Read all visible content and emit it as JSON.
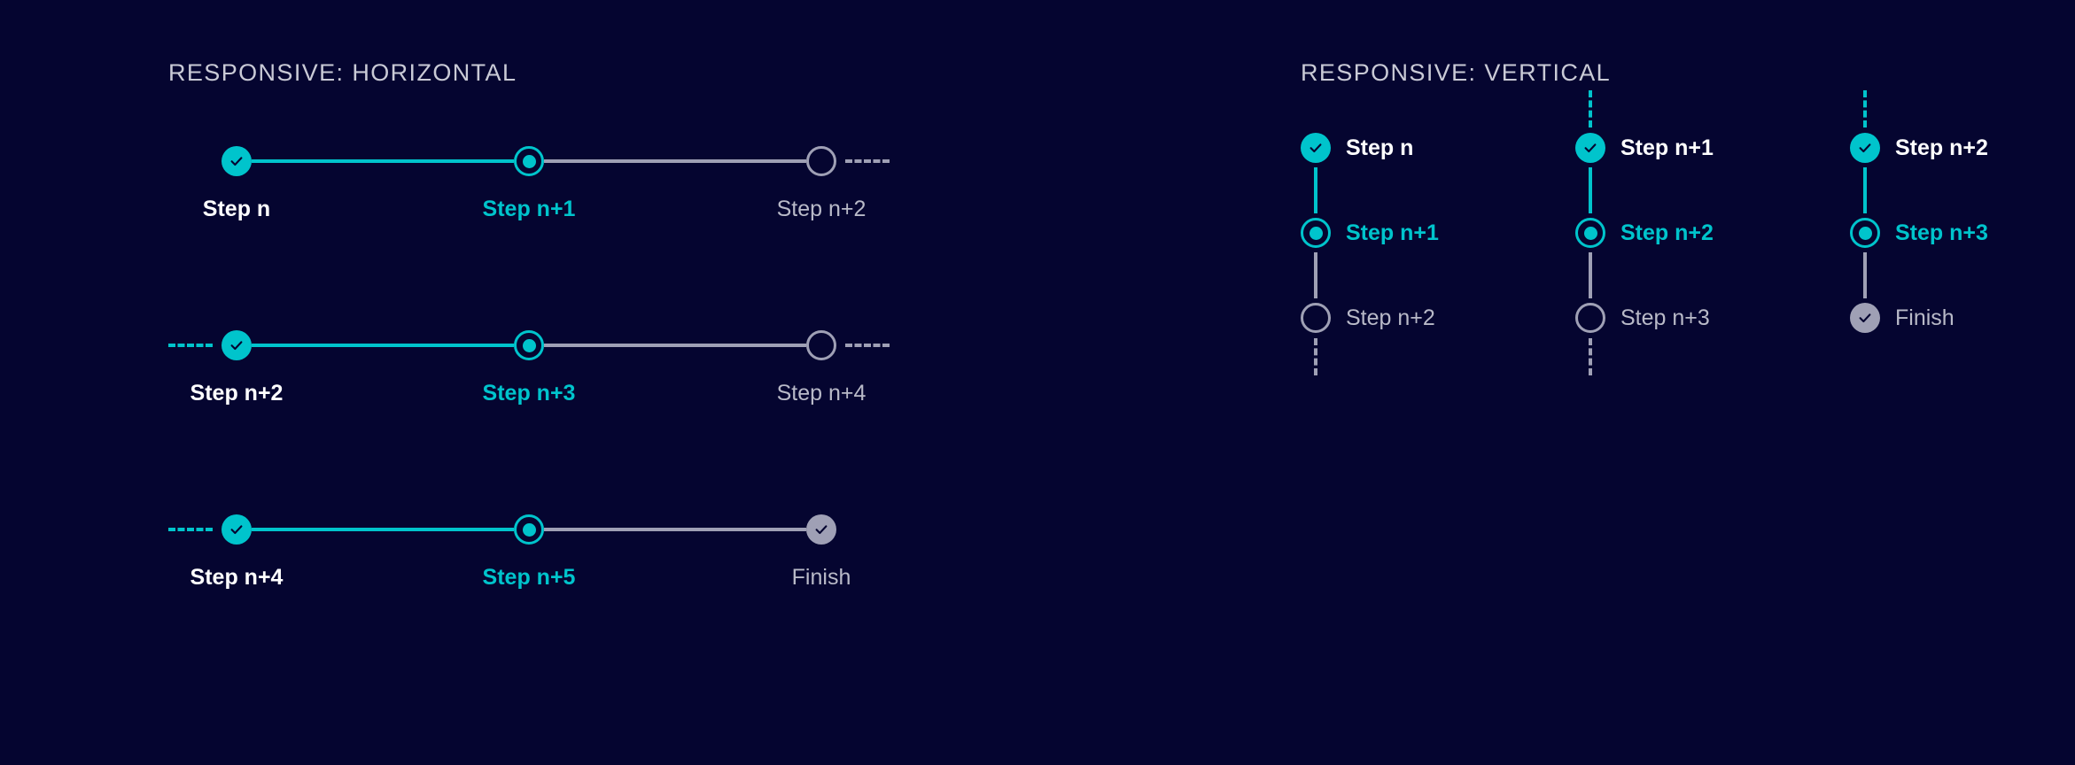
{
  "page": {
    "background_color": "#050530",
    "accent_color": "#00c4cc",
    "muted_color": "#9fa0b5"
  },
  "horizontal": {
    "heading": "RESPONSIVE: HORIZONTAL",
    "rows": [
      {
        "lead_dash": "none",
        "tail_dash": "pending",
        "steps": [
          {
            "label": "Step n",
            "state": "done"
          },
          {
            "label": "Step n+1",
            "state": "active"
          },
          {
            "label": "Step n+2",
            "state": "pending"
          }
        ],
        "segments": [
          "done",
          "pending"
        ]
      },
      {
        "lead_dash": "done",
        "tail_dash": "pending",
        "steps": [
          {
            "label": "Step n+2",
            "state": "done"
          },
          {
            "label": "Step n+3",
            "state": "active"
          },
          {
            "label": "Step n+4",
            "state": "pending"
          }
        ],
        "segments": [
          "done",
          "pending"
        ]
      },
      {
        "lead_dash": "done",
        "tail_dash": "none",
        "steps": [
          {
            "label": "Step n+4",
            "state": "done"
          },
          {
            "label": "Step n+5",
            "state": "active"
          },
          {
            "label": "Finish",
            "state": "finish"
          }
        ],
        "segments": [
          "done",
          "pending"
        ]
      }
    ]
  },
  "vertical": {
    "heading": "RESPONSIVE: VERTICAL",
    "columns": [
      {
        "lead_dash": "none",
        "tail_dash": "pending",
        "steps": [
          {
            "label": "Step n",
            "state": "done"
          },
          {
            "label": "Step n+1",
            "state": "active"
          },
          {
            "label": "Step n+2",
            "state": "pending"
          }
        ],
        "connectors": [
          "done",
          "pending"
        ]
      },
      {
        "lead_dash": "done",
        "tail_dash": "pending",
        "steps": [
          {
            "label": "Step n+1",
            "state": "done"
          },
          {
            "label": "Step n+2",
            "state": "active"
          },
          {
            "label": "Step n+3",
            "state": "pending"
          }
        ],
        "connectors": [
          "done",
          "pending"
        ]
      },
      {
        "lead_dash": "done",
        "tail_dash": "none",
        "steps": [
          {
            "label": "Step n+2",
            "state": "done"
          },
          {
            "label": "Step n+3",
            "state": "active"
          },
          {
            "label": "Finish",
            "state": "finish"
          }
        ],
        "connectors": [
          "done",
          "pending"
        ]
      }
    ]
  },
  "icons": {
    "check": "check-icon",
    "dot": "dot-icon"
  }
}
